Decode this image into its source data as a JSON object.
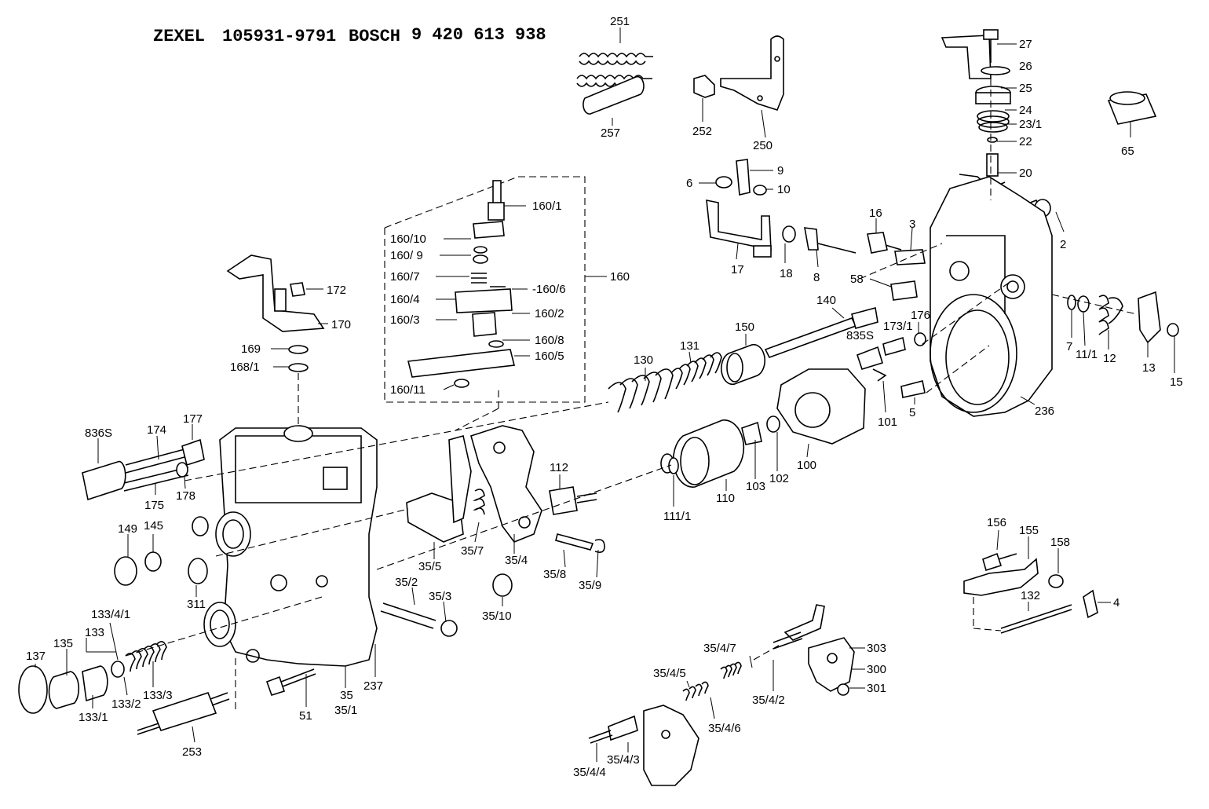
{
  "header": {
    "brand1": "ZEXEL",
    "number1": "105931-9791",
    "brand2": "BOSCH",
    "number2": "9 420 613 938"
  },
  "labels": {
    "p251": "251",
    "p257": "257",
    "p252": "252",
    "p250": "250",
    "p27": "27",
    "p26": "26",
    "p25": "25",
    "p24": "24",
    "p23_1": "23/1",
    "p22": "22",
    "p20": "20",
    "p65": "65",
    "p9": "9",
    "p6": "6",
    "p10": "10",
    "p17": "17",
    "p18": "18",
    "p8": "8",
    "p16": "16",
    "p3": "3",
    "p58": "58",
    "p2": "2",
    "p160_1": "160/1",
    "p160_10": "160/10",
    "p160_9": "160/ 9",
    "p160_7": "160/7",
    "p160_6": "-160/6",
    "p160_4": "160/4",
    "p160_2": "160/2",
    "p160_3": "160/3",
    "p160_8": "160/8",
    "p160_5": "160/5",
    "p160_11": "160/11",
    "p160": "160",
    "p172": "172",
    "p170": "170",
    "p169": "169",
    "p168_1": "168/1",
    "p140": "140",
    "p131": "131",
    "p130": "130",
    "p150": "150",
    "p835S": "835S",
    "p173_1": "173/1",
    "p176": "176",
    "p7": "7",
    "p11_1": "11/1",
    "p12": "12",
    "p13": "13",
    "p15": "15",
    "p101": "101",
    "p5": "5",
    "p236": "236",
    "p836S": "836S",
    "p174": "174",
    "p177": "177",
    "p175": "175",
    "p178": "178",
    "p112": "112",
    "p111_1": "111/1",
    "p110": "110",
    "p103": "103",
    "p102": "102",
    "p100": "100",
    "p149": "149",
    "p145": "145",
    "p311": "311",
    "p35_5": "35/5",
    "p35_7": "35/7",
    "p35_4": "35/4",
    "p35_8": "35/8",
    "p35_9": "35/9",
    "p35_2": "35/2",
    "p35_3": "35/3",
    "p35_10": "35/10",
    "p133_4_1": "133/4/1",
    "p133": "133",
    "p135": "135",
    "p137": "137",
    "p133_1": "133/1",
    "p133_2": "133/2",
    "p133_3": "133/3",
    "p51": "51",
    "p35": "35",
    "p35_1": "35/1",
    "p237": "237",
    "p253": "253",
    "p156": "156",
    "p155": "155",
    "p158": "158",
    "p132": "132",
    "p4": "4",
    "p303": "303",
    "p300": "300",
    "p301": "301",
    "p35_4_7": "35/4/7",
    "p35_4_5": "35/4/5",
    "p35_4_2": "35/4/2",
    "p35_4_6": "35/4/6",
    "p35_4_3": "35/4/3",
    "p35_4_4": "35/4/4"
  }
}
